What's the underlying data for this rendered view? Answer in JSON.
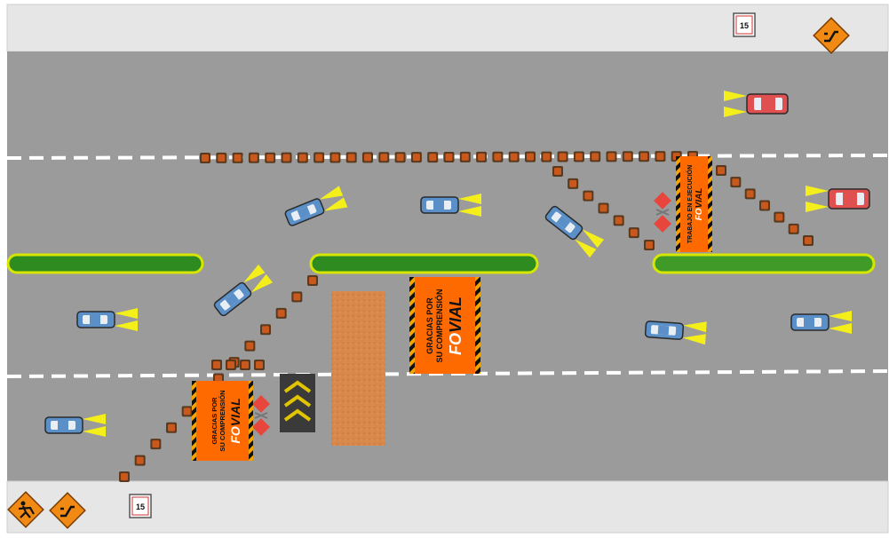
{
  "colors": {
    "road": "#9b9b9b",
    "shoulder": "#e6e6e6",
    "median": "#2e8b1f",
    "median_edge": "#d6e600",
    "cone": "#c8581c",
    "sign_orange": "#ff6a00",
    "car_blue": "#5b8fc7",
    "car_red": "#e05050",
    "headlight": "#f4ef1a",
    "sand": "#d8884a"
  },
  "signs": {
    "thanks_line1": "GRACIAS POR",
    "thanks_line2": "SU COMPRENSIÓN",
    "works_text": "TRABAJO EN EJECUCIÓN",
    "brand_prefix": "FO",
    "brand_suffix": "VIAL",
    "speed_limit": "15"
  },
  "icons": [
    "worker-diamond-icon",
    "lane-shift-diamond-icon",
    "speed-limit-sign-icon",
    "chevron-arrow-board-icon",
    "stop-slow-paddle-icon"
  ]
}
